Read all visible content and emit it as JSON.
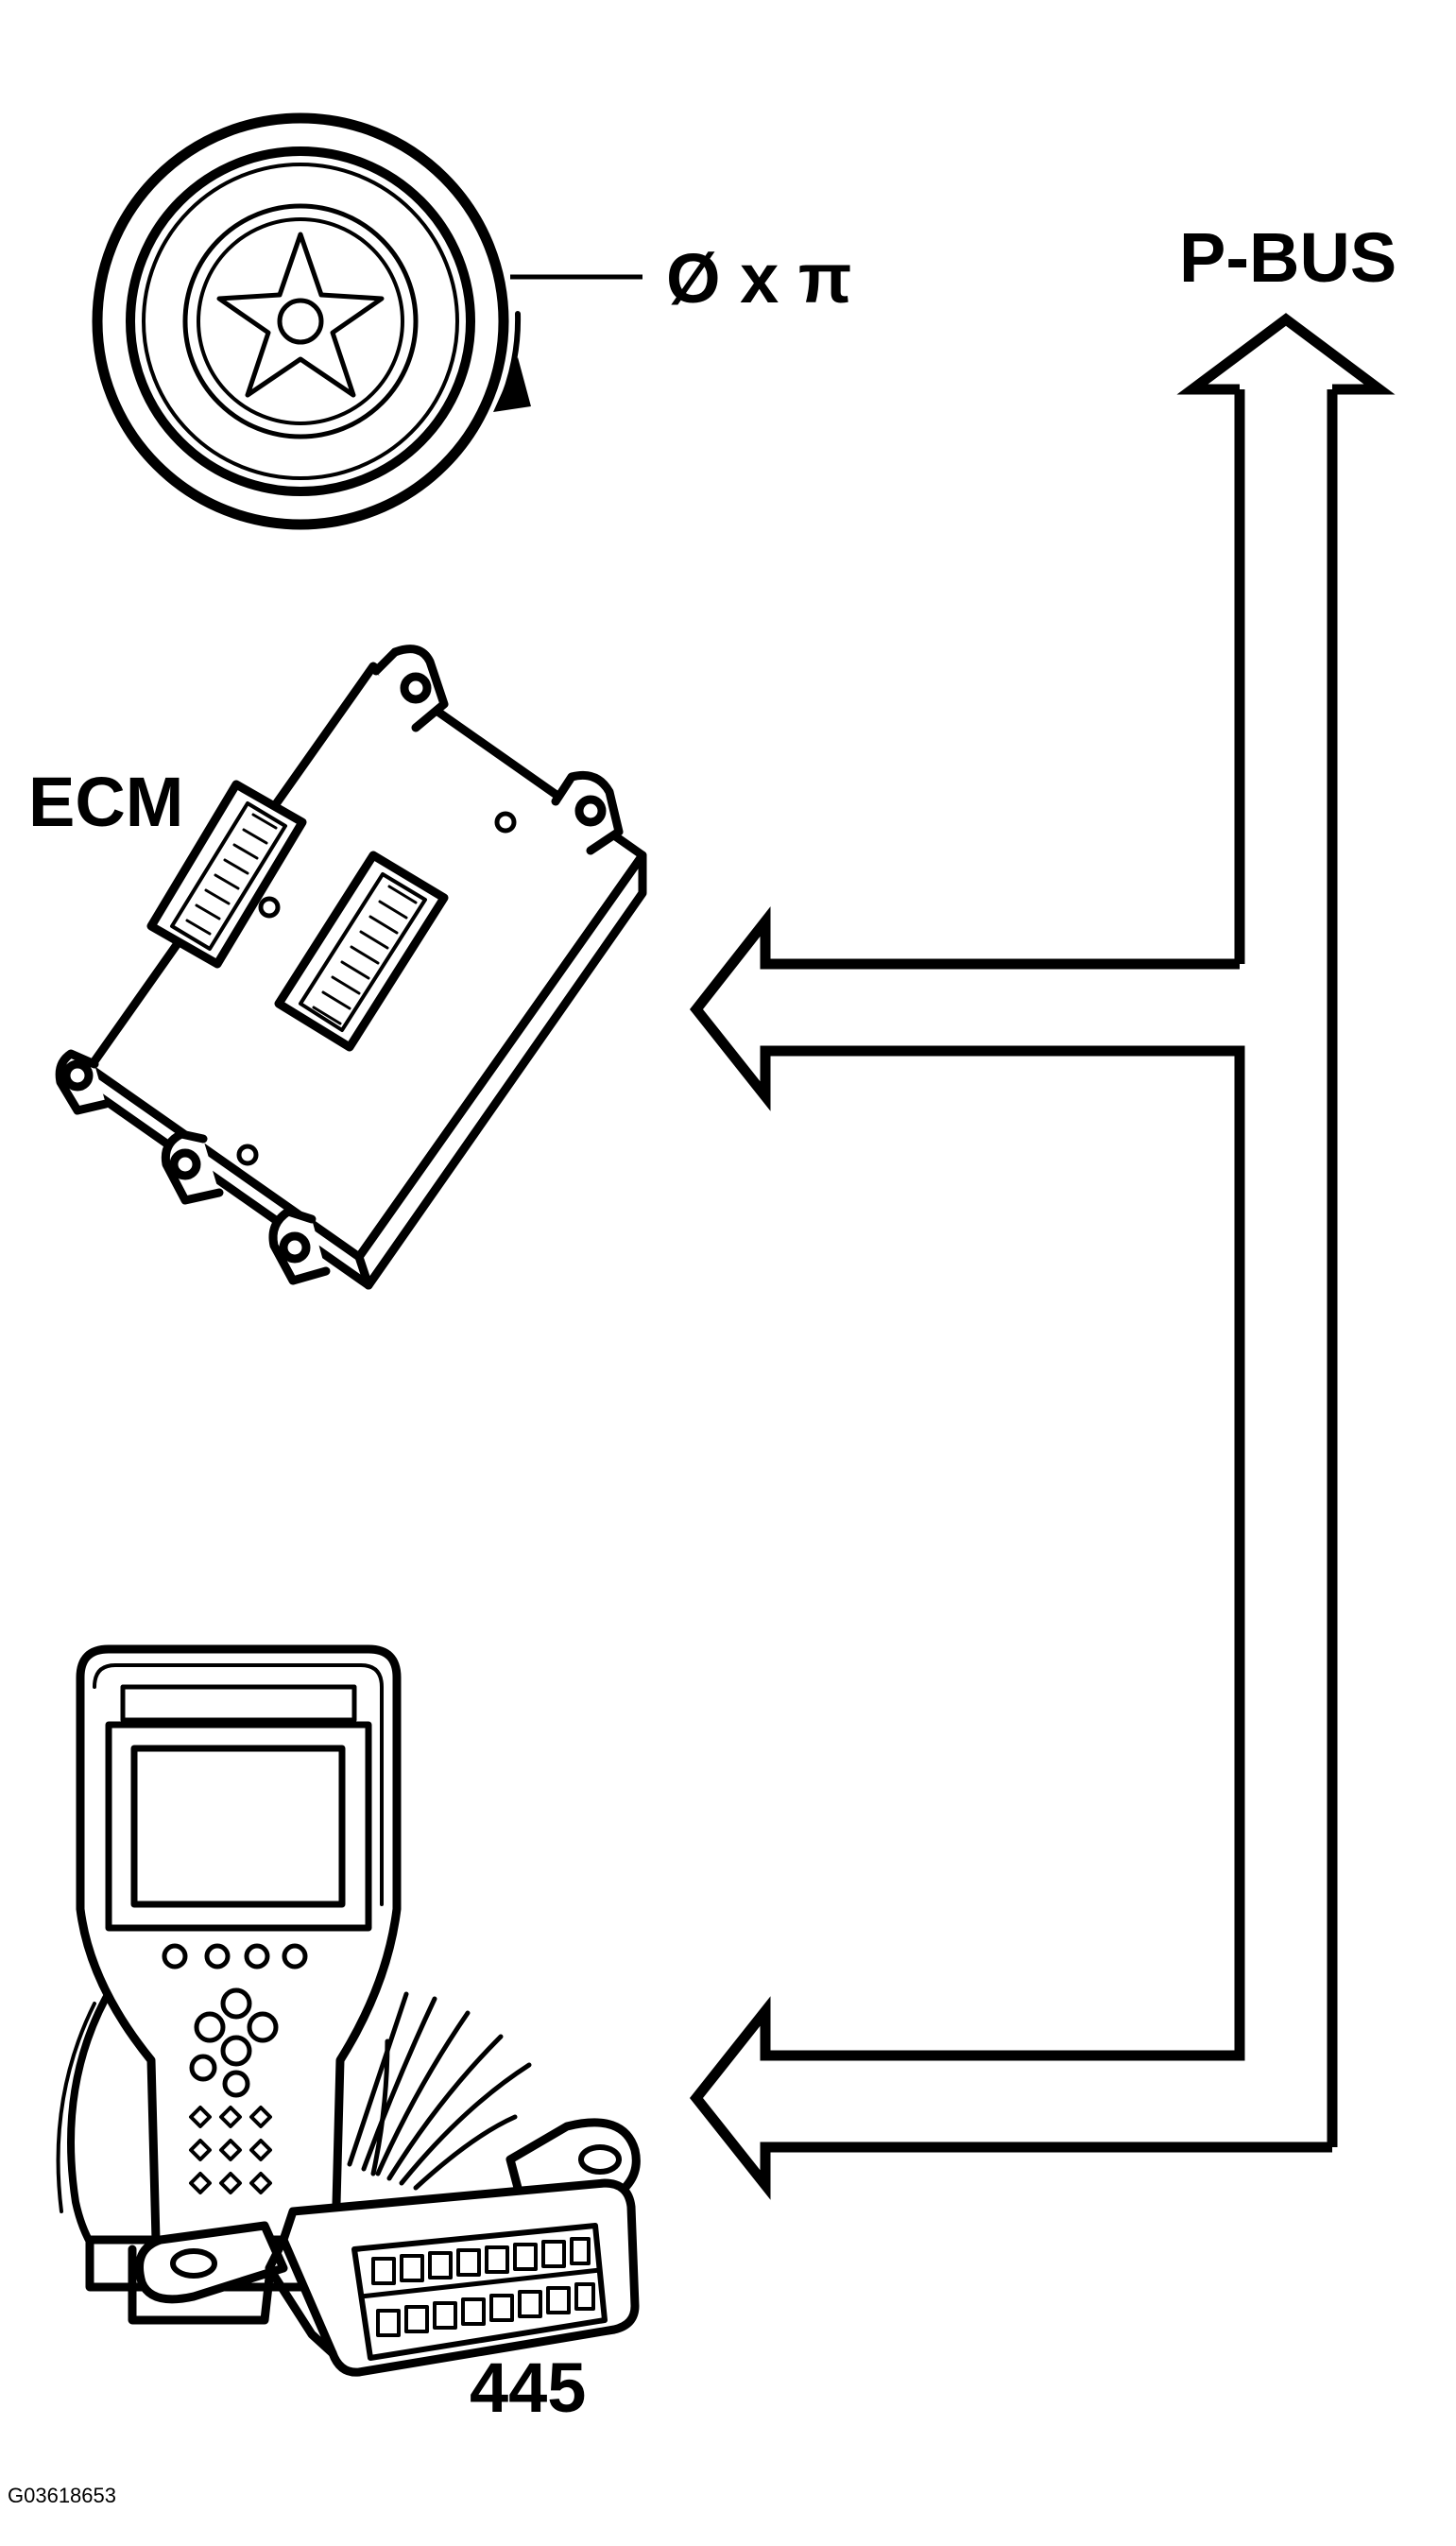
{
  "labels": {
    "formula": "Ø x π",
    "bus": "P-BUS",
    "control_module": "ECM",
    "tool_number": "445",
    "figure_code": "G03618653"
  },
  "colors": {
    "ink": "#000000",
    "paper": "#ffffff"
  },
  "icons": {
    "wheel": "wheel-icon",
    "ecm": "ecm-module-icon",
    "scan_tool": "scan-tool-icon",
    "connector": "obd-connector-icon"
  }
}
